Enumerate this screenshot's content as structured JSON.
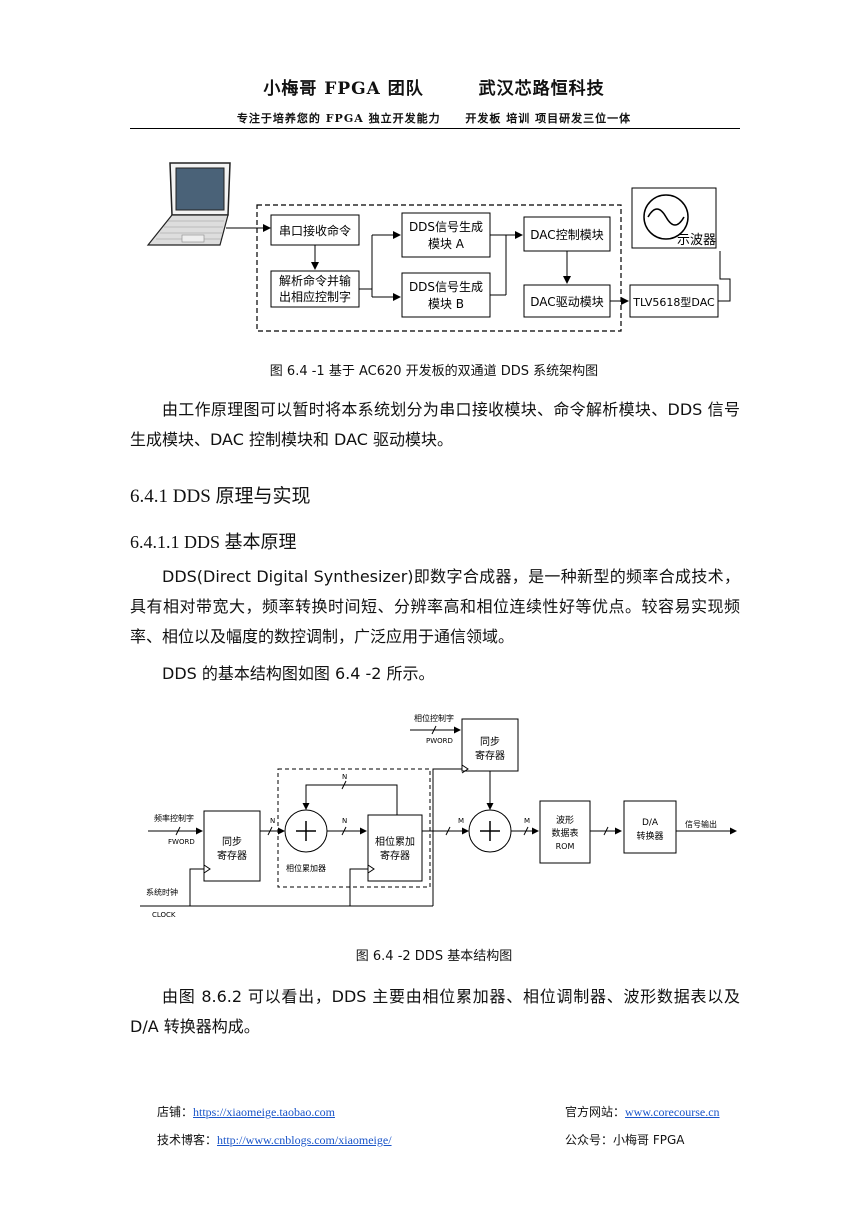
{
  "header": {
    "team": "小梅哥 FPGA 团队",
    "company": "武汉芯路恒科技",
    "slogan_left": "专注于培养您的 FPGA 独立开发能力",
    "slogan_right": "开发板 培训 项目研发三位一体"
  },
  "figure1": {
    "blocks": {
      "uart": "串口接收命令",
      "parse_l1": "解析命令并输",
      "parse_l2": "出相应控制字",
      "ddsA_l1": "DDS信号生成",
      "ddsA_l2": "模块 A",
      "ddsB_l1": "DDS信号生成",
      "ddsB_l2": "模块 B",
      "dacctrl": "DAC控制模块",
      "dacdrv": "DAC驱动模块",
      "tlv": "TLV5618型DAC",
      "scope": "示波器"
    },
    "caption": "图  6.4  -1   基于 AC620 开发板的双通道 DDS 系统架构图"
  },
  "para1": "由工作原理图可以暂时将本系统划分为串口接收模块、命令解析模块、DDS 信号生成模块、DAC 控制模块和 DAC 驱动模块。",
  "heading1": "6.4.1 DDS 原理与实现",
  "heading2": "6.4.1.1 DDS 基本原理",
  "para2": "DDS(Direct Digital Synthesizer)即数字合成器，是一种新型的频率合成技术，具有相对带宽大，频率转换时间短、分辨率高和相位连续性好等优点。较容易实现频率、相位以及幅度的数控调制，广泛应用于通信领域。",
  "para3": "DDS  的基本结构图如图  6.4  -2 所示。",
  "figure2": {
    "labels": {
      "phase_ctrl": "相位控制字",
      "pword": "PWORD",
      "sync_reg_top_l1": "同步",
      "sync_reg_top_l2": "寄存器",
      "freq_ctrl": "频率控制字",
      "fword": "FWORD",
      "sync_reg_l1": "同步",
      "sync_reg_l2": "寄存器",
      "n1": "N",
      "n2": "N",
      "n3": "N",
      "m1": "M",
      "m2": "M",
      "accumulator": "相位累加器",
      "acc_reg_l1": "相位累加",
      "acc_reg_l2": "寄存器",
      "wave_l1": "波形",
      "wave_l2": "数据表",
      "wave_l3": "ROM",
      "da_l1": "D/A",
      "da_l2": "转换器",
      "output": "信号输出",
      "sys_clk": "系统时钟",
      "clock": "CLOCK"
    },
    "caption": "图  6.4  -2 DDS 基本结构图"
  },
  "para4": "由图 8.6.2 可以看出，DDS 主要由相位累加器、相位调制器、波形数据表以及  D/A  转换器构成。",
  "footer": {
    "shop_label": "店铺：",
    "shop_url": "https://xiaomeige.taobao.com",
    "site_label": "官方网站：",
    "site_url": "www.corecourse.cn",
    "blog_label": "技术博客：",
    "blog_url": "http://www.cnblogs.com/xiaomeige/",
    "wechat_label": "公众号：",
    "wechat_name": "小梅哥 FPGA"
  }
}
